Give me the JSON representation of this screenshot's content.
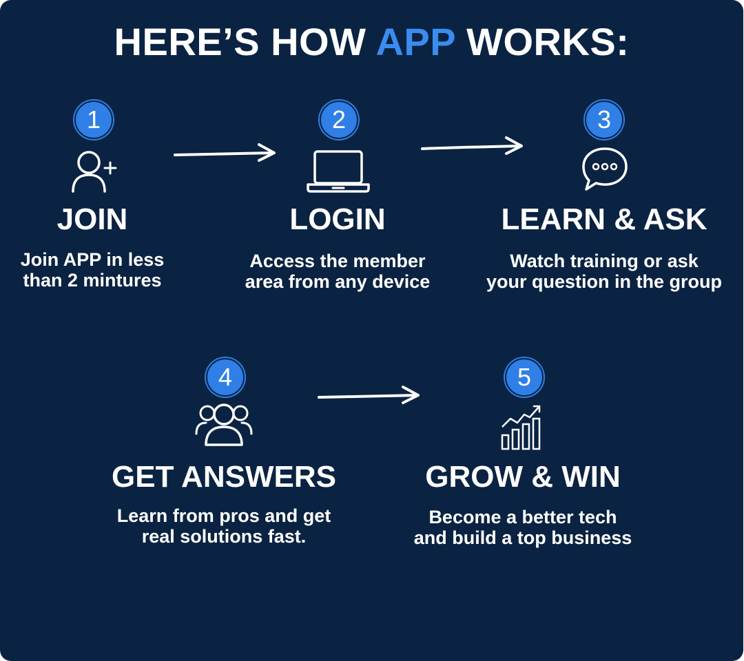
{
  "title": {
    "prefix": "HERE’S HOW ",
    "accent": "APP",
    "suffix": " WORKS:"
  },
  "steps": [
    {
      "number": "1",
      "icon": "user-plus-icon",
      "heading": "JOIN",
      "description": "Join APP in less\nthan 2 mintures"
    },
    {
      "number": "2",
      "icon": "laptop-icon",
      "heading": "LOGIN",
      "description": "Access the member\narea from any device"
    },
    {
      "number": "3",
      "icon": "chat-bubble-icon",
      "heading": "LEARN & ASK",
      "description": "Watch training or ask\nyour question in the group"
    },
    {
      "number": "4",
      "icon": "group-icon",
      "heading": "GET ANSWERS",
      "description": "Learn from pros and get\nreal solutions fast."
    },
    {
      "number": "5",
      "icon": "growth-chart-icon",
      "heading": "GROW & WIN",
      "description": "Become a better tech\nand build a top business"
    }
  ],
  "colors": {
    "background": "#0b2342",
    "accent": "#3b8cf0",
    "badge": "#2f7fe6",
    "text": "#ffffff"
  }
}
